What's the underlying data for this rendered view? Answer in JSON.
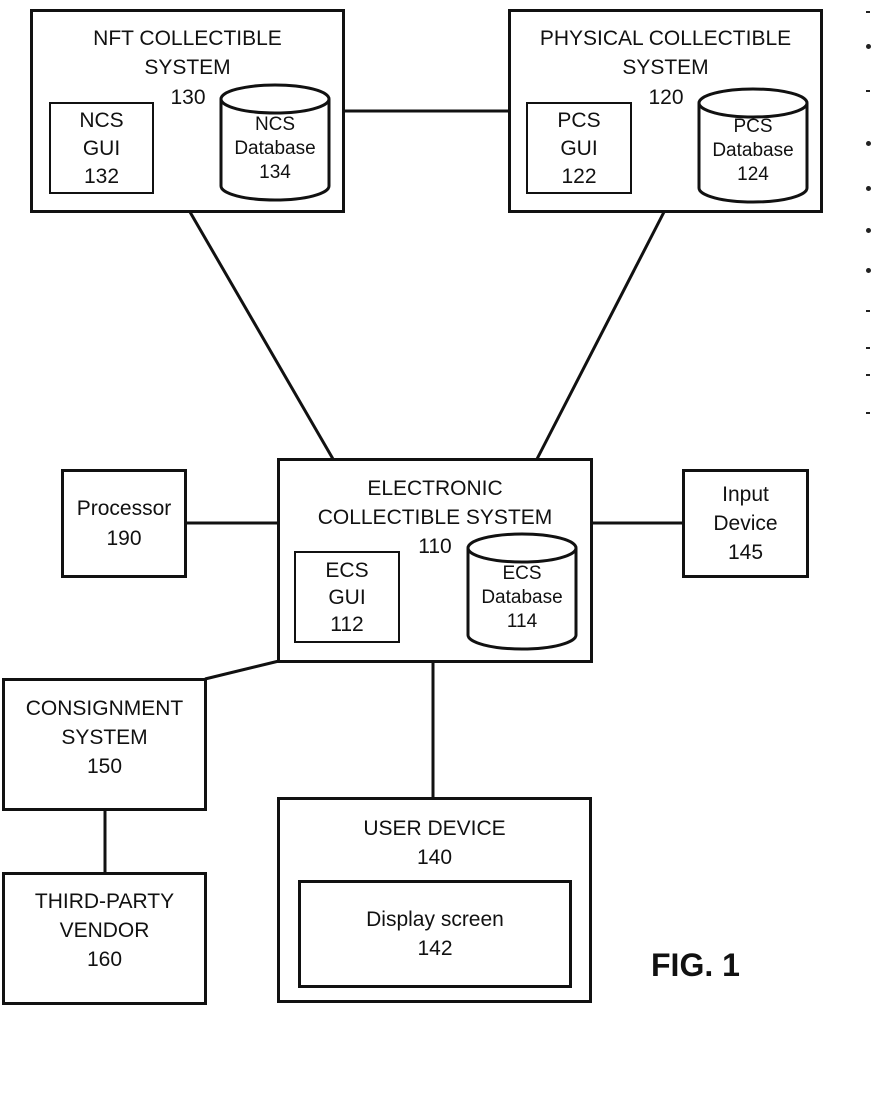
{
  "nft_system": {
    "title_line1": "NFT COLLECTIBLE",
    "title_line2": "SYSTEM",
    "ref": "130",
    "gui": {
      "line1": "NCS",
      "line2": "GUI",
      "ref": "132"
    },
    "db": {
      "line1": "NCS",
      "line2": "Database",
      "ref": "134"
    }
  },
  "physical_system": {
    "title_line1": "PHYSICAL COLLECTIBLE",
    "title_line2": "SYSTEM",
    "ref": "120",
    "gui": {
      "line1": "PCS",
      "line2": "GUI",
      "ref": "122"
    },
    "db": {
      "line1": "PCS",
      "line2": "Database",
      "ref": "124"
    }
  },
  "electronic_system": {
    "title_line1": "ELECTRONIC",
    "title_line2": "COLLECTIBLE SYSTEM",
    "ref": "110",
    "gui": {
      "line1": "ECS",
      "line2": "GUI",
      "ref": "112"
    },
    "db": {
      "line1": "ECS",
      "line2": "Database",
      "ref": "114"
    }
  },
  "processor": {
    "line1": "Processor",
    "ref": "190"
  },
  "input_device": {
    "line1": "Input",
    "line2": "Device",
    "ref": "145"
  },
  "consignment": {
    "line1": "CONSIGNMENT",
    "line2": "SYSTEM",
    "ref": "150"
  },
  "vendor": {
    "line1": "THIRD-PARTY",
    "line2": "VENDOR",
    "ref": "160"
  },
  "user_device": {
    "line1": "USER DEVICE",
    "ref": "140",
    "screen": {
      "line1": "Display screen",
      "ref": "142"
    }
  },
  "figure_label": "FIG. 1"
}
